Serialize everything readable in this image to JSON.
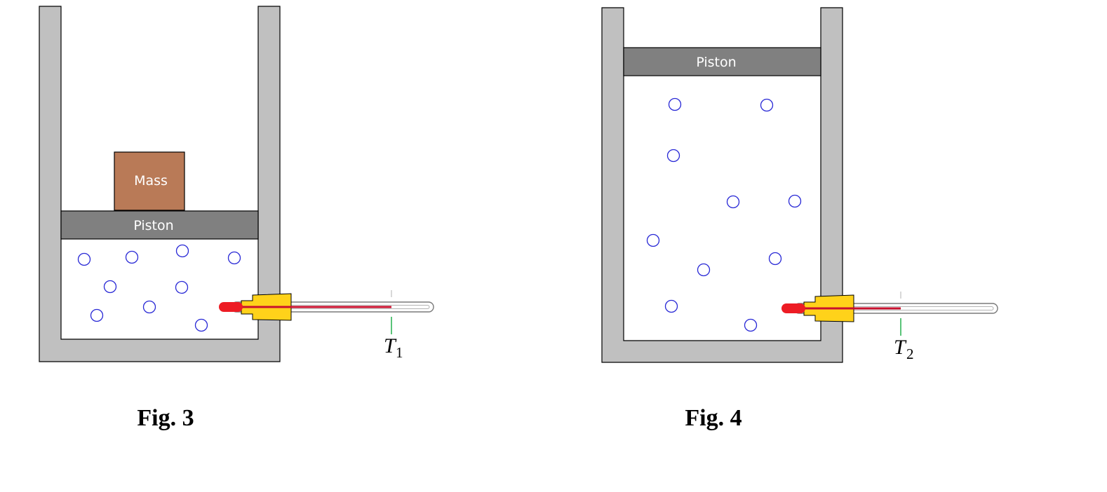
{
  "colors": {
    "wall": "#c0c0c0",
    "piston": "#808080",
    "mass": "#b97a57",
    "molecule": "#2929d6",
    "thermo_bulb": "#ed1c24",
    "thermo_fitting": "#ffd21a",
    "thermo_mark": "#22b14c"
  },
  "figures": [
    {
      "caption": "Fig. 3",
      "piston_label": "Piston",
      "mass_label": "Mass",
      "temp_symbol": "T",
      "temp_subscript": "1"
    },
    {
      "caption": "Fig. 4",
      "piston_label": "Piston",
      "temp_symbol": "T",
      "temp_subscript": "2"
    }
  ]
}
